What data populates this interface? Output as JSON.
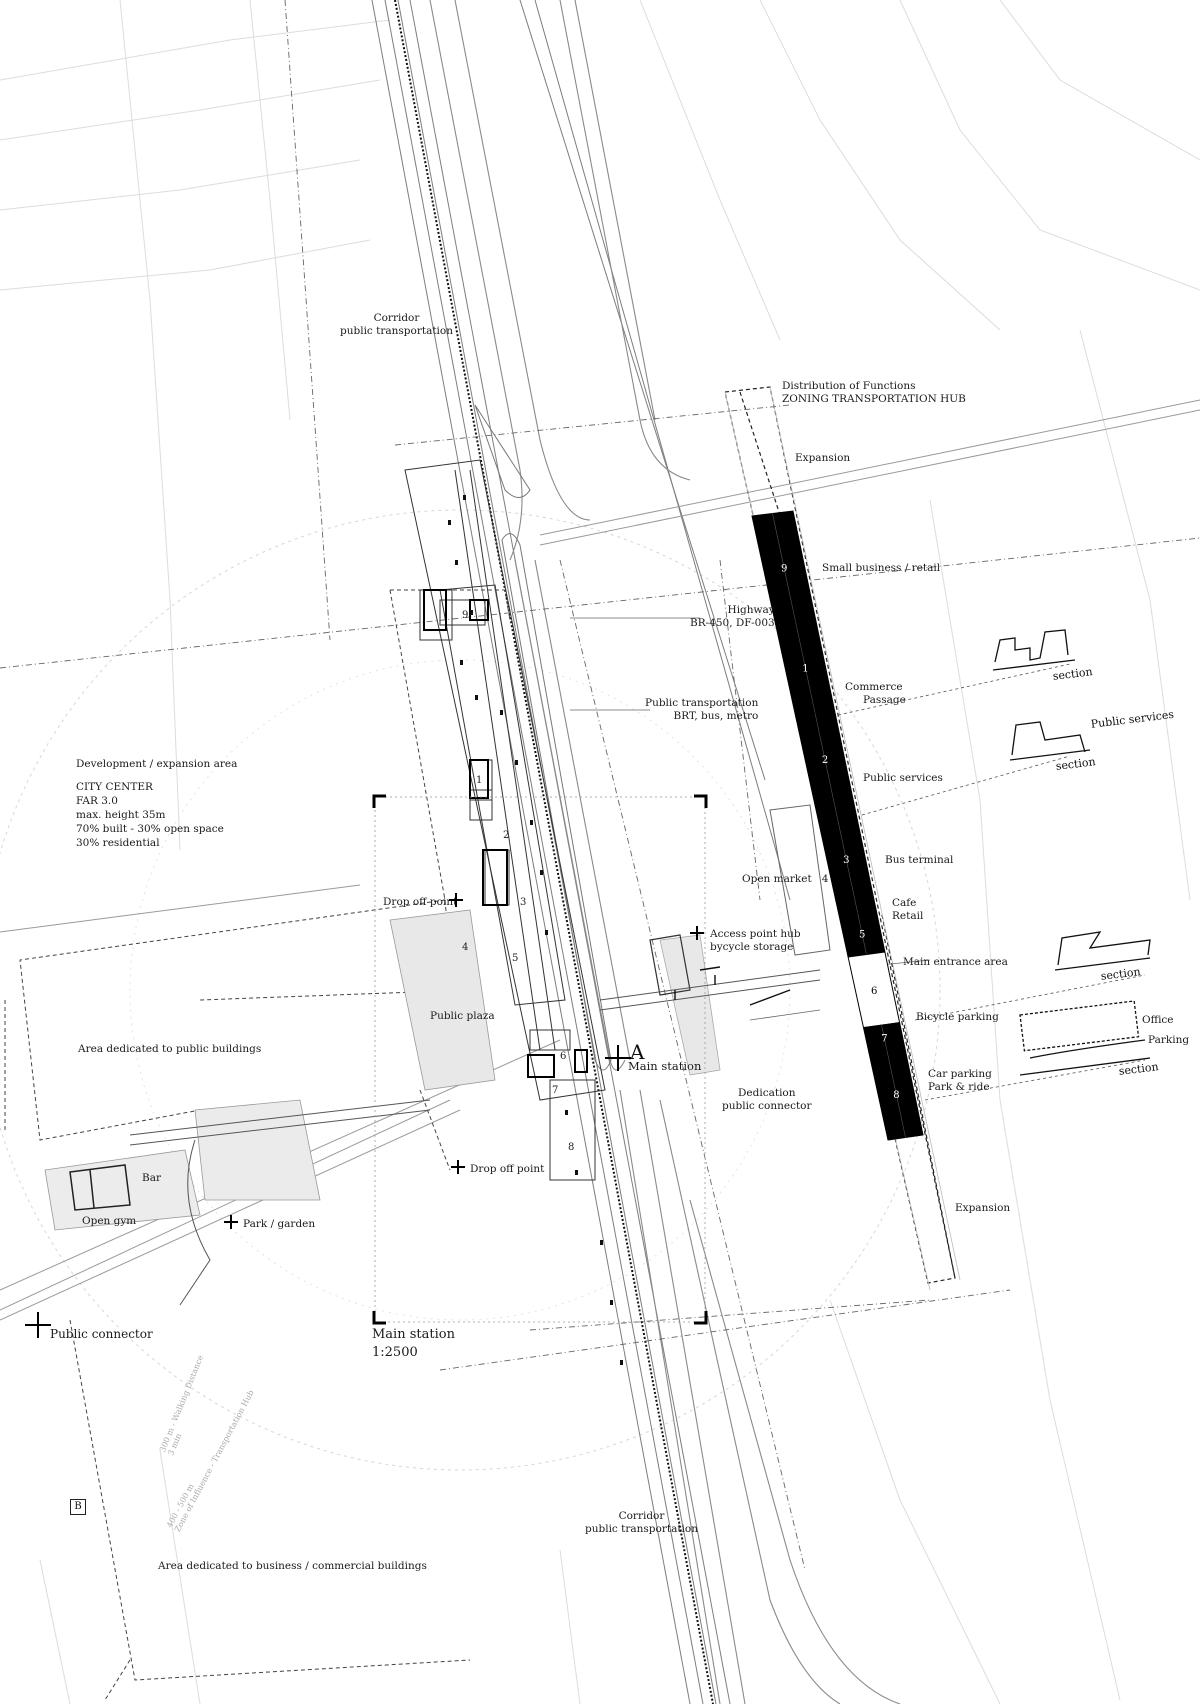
{
  "labels": {
    "corridor_top": [
      "Corridor",
      "public transportation"
    ],
    "distribution": [
      "Distribution of Functions",
      "ZONING TRANSPORTATION HUB"
    ],
    "expansion_top": "Expansion",
    "small_business": "Small business / retail",
    "highway": [
      "Highway",
      "BR-450, DF-003"
    ],
    "commerce": [
      "Commerce",
      "Passage"
    ],
    "public_transport": [
      "Public transportation",
      "BRT, bus, metro"
    ],
    "public_services": "Public services",
    "public_services_section": "Public services",
    "bus_terminal": "Bus terminal",
    "open_market": "Open market",
    "open_market_num": "4",
    "cafe": [
      "Cafe",
      "Retail"
    ],
    "main_entrance": "Main entrance area",
    "access_point": [
      "Access point hub",
      "bycycle storage"
    ],
    "bicycle_parking": "Bicycle parking",
    "car_parking": [
      "Car parking",
      "Park & ride"
    ],
    "office": "Office",
    "parking": "Parking",
    "dedication": [
      "Dedication",
      "public connector"
    ],
    "expansion_bottom": "Expansion",
    "development": "Development / expansion area",
    "city_center": [
      "CITY CENTER",
      "FAR 3.0",
      "max. height 35m",
      "70% built - 30% open space",
      "30% residential"
    ],
    "drop_off_1": "Drop off point",
    "drop_off_2": "Drop off point",
    "public_plaza": "Public plaza",
    "main_station_marker": "A",
    "main_station_label": "Main station",
    "area_public_buildings": "Area dedicated to public buildings",
    "bar": "Bar",
    "open_gym": "Open gym",
    "park_garden": "Park / garden",
    "public_connector": "Public connector",
    "main_station_title": "Main station",
    "scale": "1:2500",
    "corridor_bottom": [
      "Corridor",
      "public transportation"
    ],
    "area_business": "Area dedicated to business / commercial buildings",
    "tag_b": "B",
    "walking_distance": [
      "300 m - Walking Distance",
      "3 min"
    ],
    "zone_influence": [
      "400 - 500 m",
      "Zone of Influence - Transportation Hub"
    ]
  },
  "section_labels": [
    "section",
    "section",
    "section",
    "section"
  ],
  "zoning_strip": [
    {
      "num": "9",
      "label": "Small business / retail",
      "fill": "#000000"
    },
    {
      "num": "1",
      "label": "Commerce Passage",
      "fill": "#000000"
    },
    {
      "num": "2",
      "label": "Public services",
      "fill": "#000000"
    },
    {
      "num": "3",
      "label": "Bus terminal",
      "fill": "#000000"
    },
    {
      "num": "5",
      "label": "Cafe Retail",
      "fill": "#000000"
    },
    {
      "num": "6",
      "label": "Main entrance area",
      "fill": "#ffffff"
    },
    {
      "num": "7",
      "label": "Bicycle parking",
      "fill": "#000000"
    },
    {
      "num": "8",
      "label": "Car parking Park & ride",
      "fill": "#000000"
    }
  ],
  "station_numbers": [
    "9",
    "1",
    "2",
    "3",
    "4",
    "5",
    "6",
    "7",
    "8"
  ],
  "colors": {
    "ink": "#111111",
    "line": "#9a9a9a",
    "faint": "#cfcfcf",
    "strip": "#000000"
  }
}
